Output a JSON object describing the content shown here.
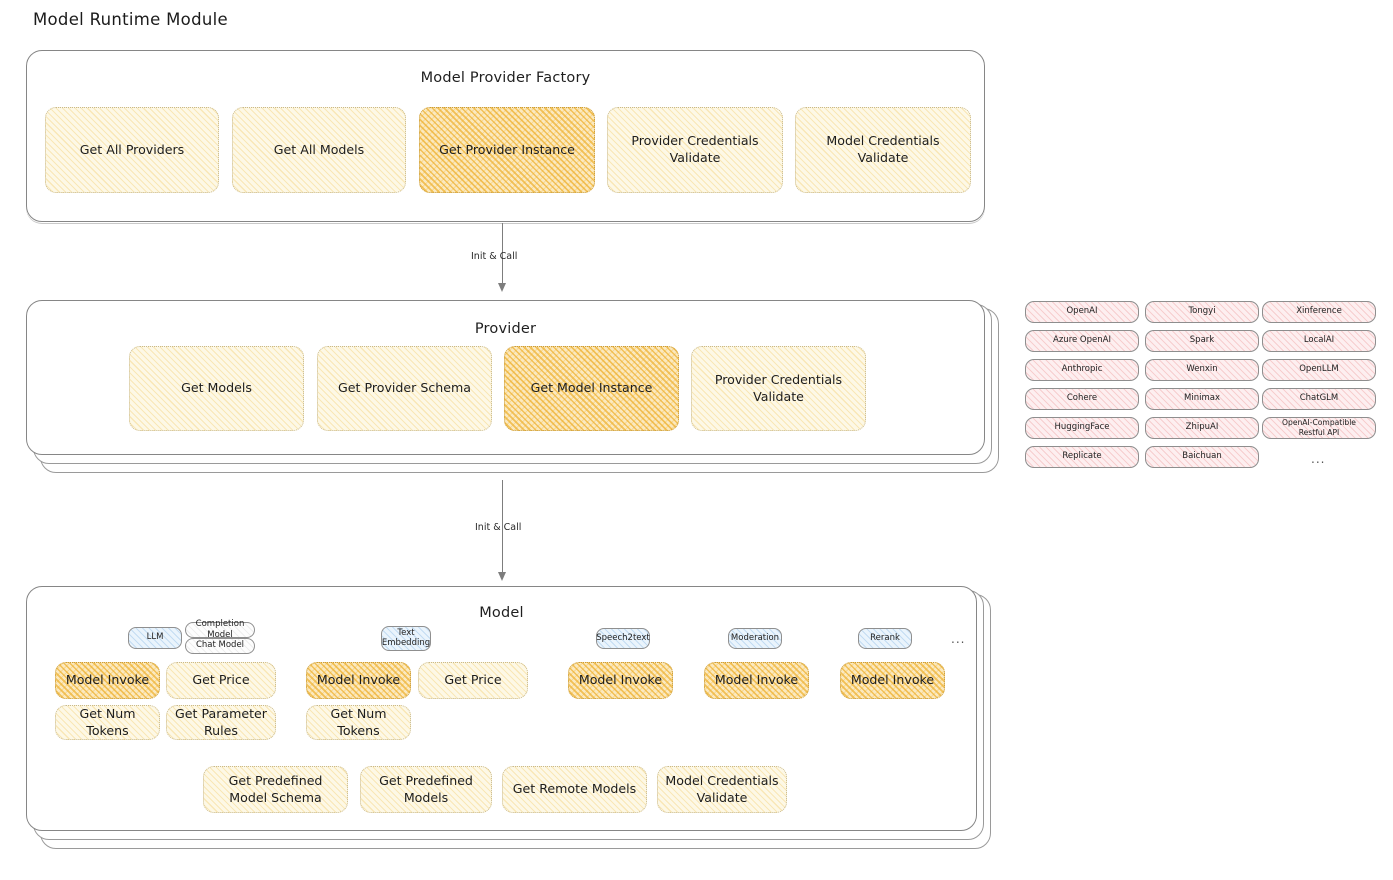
{
  "title": "Model Runtime Module",
  "colors": {
    "highlight_fill": "#fbe9bf",
    "light_fill": "#fdf8e6",
    "provider_chip": "#fdeff0",
    "model_type_chip": "#eaf4fc",
    "panel_border": "#868686",
    "arrow": "#7d7d7d"
  },
  "factory": {
    "title": "Model Provider Factory",
    "boxes": [
      {
        "label": "Get All Providers",
        "highlighted": false
      },
      {
        "label": "Get All Models",
        "highlighted": false
      },
      {
        "label": "Get Provider Instance",
        "highlighted": true
      },
      {
        "label": "Provider Credentials Validate",
        "highlighted": false
      },
      {
        "label": "Model Credentials Validate",
        "highlighted": false
      }
    ]
  },
  "arrows": [
    {
      "label": "Init & Call"
    },
    {
      "label": "Init & Call"
    }
  ],
  "provider": {
    "title": "Provider",
    "boxes": [
      {
        "label": "Get Models",
        "highlighted": false
      },
      {
        "label": "Get Provider Schema",
        "highlighted": false
      },
      {
        "label": "Get Model Instance",
        "highlighted": true
      },
      {
        "label": "Provider Credentials Validate",
        "highlighted": false
      }
    ]
  },
  "provider_list": {
    "columns": [
      [
        "OpenAI",
        "Azure OpenAI",
        "Anthropic",
        "Cohere",
        "HuggingFace",
        "Replicate"
      ],
      [
        "Tongyi",
        "Spark",
        "Wenxin",
        "Minimax",
        "ZhipuAI",
        "Baichuan"
      ],
      [
        "Xinference",
        "LocalAI",
        "OpenLLM",
        "ChatGLM",
        "OpenAI-Compatible Restful API"
      ]
    ],
    "more": "..."
  },
  "model": {
    "title": "Model",
    "more": "...",
    "groups": [
      {
        "type_label": "LLM",
        "sub_types": [
          "Completion Model",
          "Chat Model"
        ],
        "ops": [
          {
            "label": "Model Invoke",
            "highlighted": true
          },
          {
            "label": "Get Price",
            "highlighted": false
          },
          {
            "label": "Get Num Tokens",
            "highlighted": false
          },
          {
            "label": "Get Parameter Rules",
            "highlighted": false
          }
        ]
      },
      {
        "type_label": "Text Embedding",
        "sub_types": [],
        "ops": [
          {
            "label": "Model Invoke",
            "highlighted": true
          },
          {
            "label": "Get Price",
            "highlighted": false
          },
          {
            "label": "Get Num Tokens",
            "highlighted": false
          }
        ]
      },
      {
        "type_label": "Speech2text",
        "sub_types": [],
        "ops": [
          {
            "label": "Model Invoke",
            "highlighted": true
          }
        ]
      },
      {
        "type_label": "Moderation",
        "sub_types": [],
        "ops": [
          {
            "label": "Model Invoke",
            "highlighted": true
          }
        ]
      },
      {
        "type_label": "Rerank",
        "sub_types": [],
        "ops": [
          {
            "label": "Model Invoke",
            "highlighted": true
          }
        ]
      }
    ],
    "common_ops": [
      "Get Predefined Model Schema",
      "Get Predefined Models",
      "Get Remote Models",
      "Model Credentials Validate"
    ]
  }
}
